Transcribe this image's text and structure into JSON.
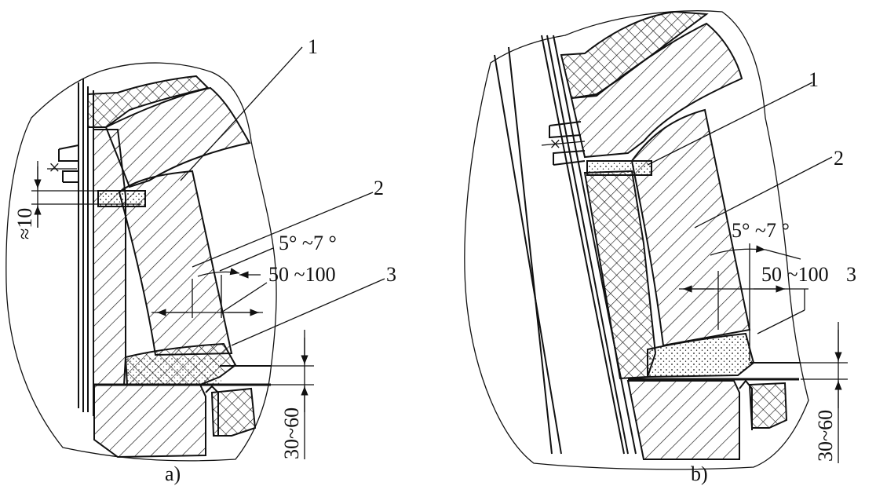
{
  "figure_a": {
    "caption": "a)",
    "callout_1": "1",
    "callout_2": "2",
    "callout_3": "3",
    "angle_label": "5° ~7 °",
    "dim_width": "50 ~100",
    "dim_gap": "≈10",
    "dim_height": "30~60"
  },
  "figure_b": {
    "caption": "b)",
    "callout_1": "1",
    "callout_2": "2",
    "callout_3": "3",
    "angle_label": "5° ~7 °",
    "dim_width": "50 ~100",
    "dim_height": "30~60"
  }
}
